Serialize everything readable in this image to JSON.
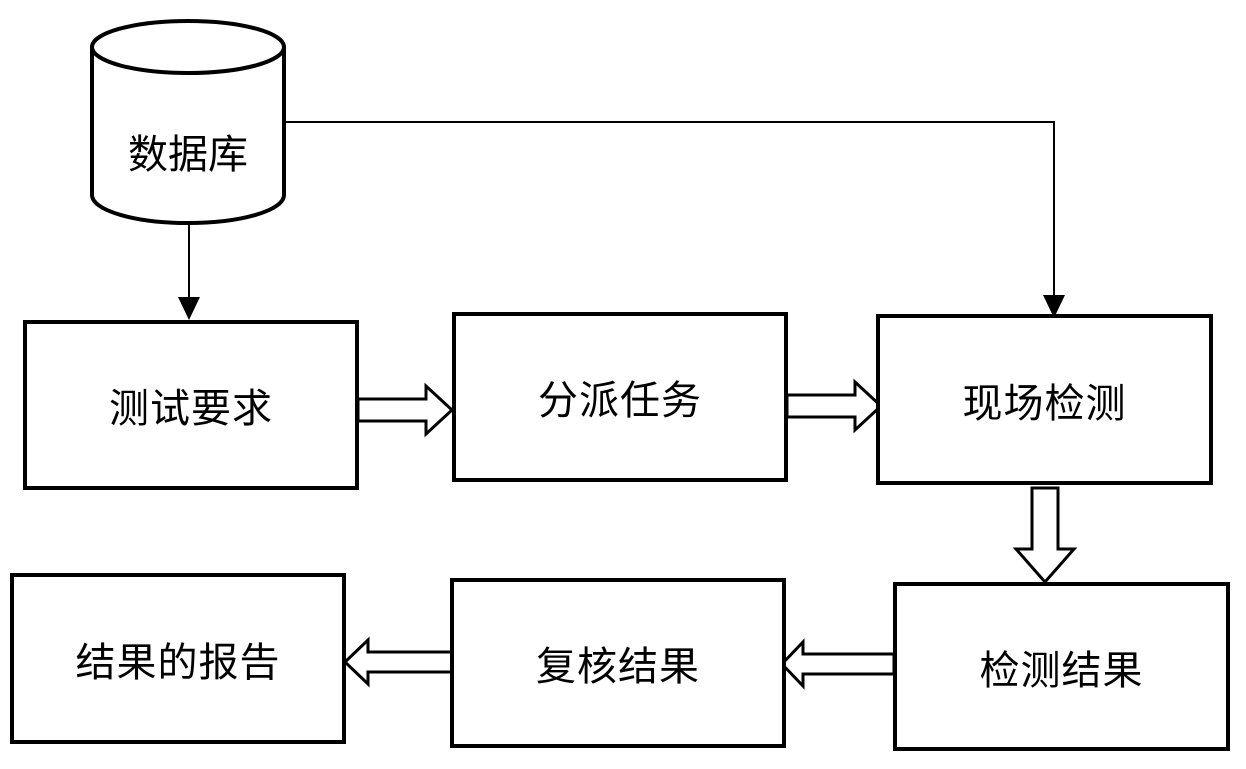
{
  "nodes": {
    "database": "数据库",
    "test_requirements": "测试要求",
    "dispatch_task": "分派任务",
    "onsite_inspection": "现场检测",
    "inspection_results": "检测结果",
    "review_results": "复核结果",
    "results_report": "结果的报告"
  },
  "edges": [
    {
      "from": "database",
      "to": "test_requirements",
      "style": "line-arrow"
    },
    {
      "from": "database",
      "to": "onsite_inspection",
      "style": "line-arrow"
    },
    {
      "from": "test_requirements",
      "to": "dispatch_task",
      "style": "hollow-block-arrow"
    },
    {
      "from": "dispatch_task",
      "to": "onsite_inspection",
      "style": "hollow-block-arrow"
    },
    {
      "from": "onsite_inspection",
      "to": "inspection_results",
      "style": "hollow-block-arrow"
    },
    {
      "from": "inspection_results",
      "to": "review_results",
      "style": "hollow-block-arrow"
    },
    {
      "from": "review_results",
      "to": "results_report",
      "style": "hollow-block-arrow"
    }
  ],
  "colors": {
    "stroke": "#000000",
    "fill": "#ffffff"
  }
}
